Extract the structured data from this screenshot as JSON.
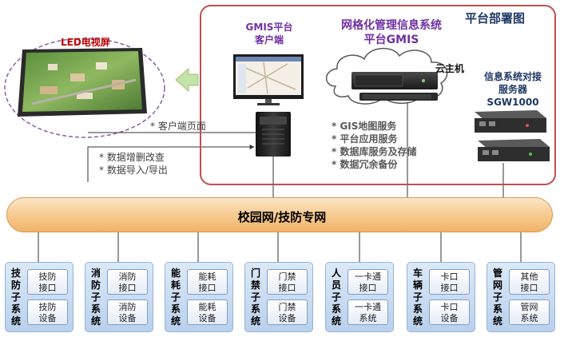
{
  "platform": {
    "title": "平台部署图"
  },
  "led": {
    "title": "LED电视屏"
  },
  "gmis_client": {
    "line1": "GMIS平台",
    "line2": "客户端"
  },
  "gmis_system": {
    "line1": "网格化管理信息系统",
    "line2": "平台GMIS"
  },
  "cloud": {
    "label": "云主机"
  },
  "sgw": {
    "line1": "信息系统对接",
    "line2": "服务器",
    "line3": "SGW1000"
  },
  "services": [
    "* GIS地图服务",
    "* 平台应用服务",
    "* 数据库服务及存储",
    "* 数据冗余备份"
  ],
  "notes": {
    "client_page": "* 客户端页面",
    "data_ops": [
      "* 数据增删改查",
      "* 数据导入/导出"
    ]
  },
  "network": {
    "label": "校园网/技防专网"
  },
  "subsystems": [
    {
      "name": "技防子系统",
      "box1": "技防\n接口",
      "box2": "技防\n设备"
    },
    {
      "name": "消防子系统",
      "box1": "消防\n接口",
      "box2": "消防\n设备"
    },
    {
      "name": "能耗子系统",
      "box1": "能耗\n接口",
      "box2": "能耗\n设备"
    },
    {
      "name": "门禁子系统",
      "box1": "门禁\n接口",
      "box2": "门禁\n设备"
    },
    {
      "name": "人员子系统",
      "box1": "一卡通\n接口",
      "box2": "一卡通\n系统"
    },
    {
      "name": "车辆子系统",
      "box1": "卡口\n接口",
      "box2": "卡口\n设备"
    },
    {
      "name": "管网子系统",
      "box1": "其他\n接口",
      "box2": "管网\n系统"
    }
  ],
  "colors": {
    "platform_border": "#c0504d",
    "title_purple": "#7030a0",
    "title_navy": "#1f3864",
    "led_red": "#c00000",
    "network_orange": "#f7c98d",
    "subsystem_blue": "#b9d0ec",
    "arrow_green": "#c4e3a8"
  }
}
